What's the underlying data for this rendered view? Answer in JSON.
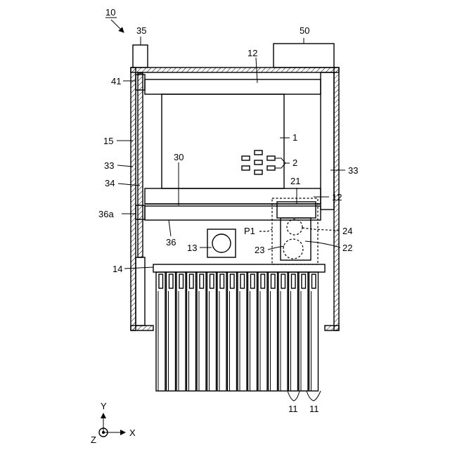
{
  "figure": {
    "ref_main": "10",
    "labels": {
      "l35": "35",
      "l50": "50",
      "l12_top": "12",
      "l41": "41",
      "l1": "1",
      "l15": "15",
      "l33_left": "33",
      "l2": "2",
      "l30": "30",
      "l33_right": "33",
      "l34": "34",
      "l21": "21",
      "l12_right": "12",
      "l36a": "36a",
      "lP1": "P1",
      "l24": "24",
      "l36": "36",
      "l13": "13",
      "l23": "23",
      "l22": "22",
      "l14": "14",
      "l11_a": "11",
      "l11_b": "11"
    },
    "axes": {
      "y": "Y",
      "x": "X",
      "z": "Z"
    }
  }
}
